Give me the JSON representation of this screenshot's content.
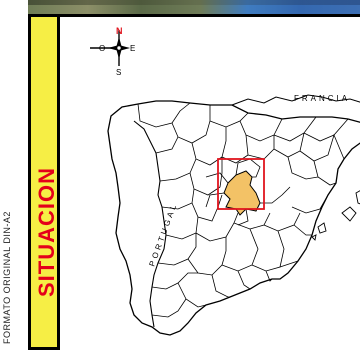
{
  "title": "SITUACION",
  "format_note": "FORMATO ORIGINAL DIN-A2",
  "compass": {
    "n": "N",
    "e": "E",
    "s": "S",
    "w": "O"
  },
  "labels": {
    "france": "FRANCIA",
    "portugal": "PORTUGAL"
  },
  "colors": {
    "panel": "#f6ee45",
    "title": "#e4001a",
    "highlight_fill": "#f3c266",
    "highlight_box": "#e0141e",
    "compass_north": "#e0141e"
  },
  "icons": [
    "compass-rose-icon"
  ]
}
